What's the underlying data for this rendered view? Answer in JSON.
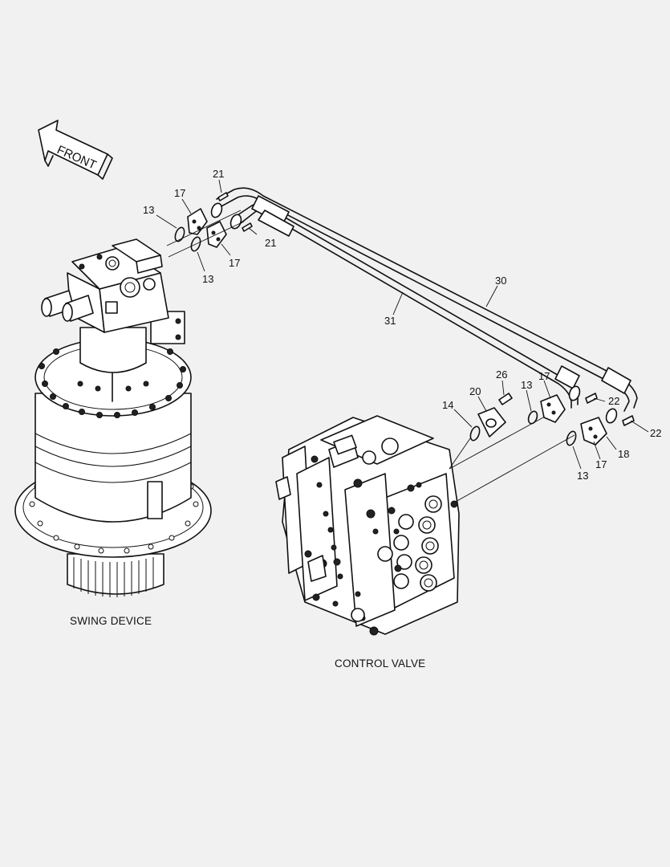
{
  "front_arrow": {
    "label": "FRONT"
  },
  "captions": {
    "swing_device": "SWING DEVICE",
    "control_valve": "CONTROL VALVE"
  },
  "callouts": {
    "c21a": "21",
    "c17a": "17",
    "c13a": "13",
    "c21b": "21",
    "c17b": "17",
    "c13b": "13",
    "c30": "30",
    "c31": "31",
    "c26": "26",
    "c20": "20",
    "c14": "14",
    "c13c": "13",
    "c17c": "17",
    "c22a": "22",
    "c22b": "22",
    "c18": "18",
    "c17d": "17",
    "c13d": "13"
  }
}
